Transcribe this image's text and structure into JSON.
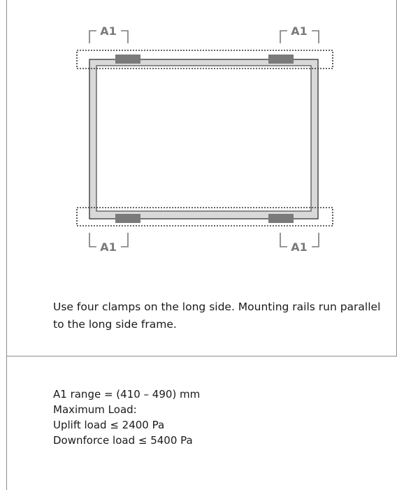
{
  "diagram": {
    "labels": {
      "top_left": "A1",
      "top_right": "A1",
      "bottom_left": "A1",
      "bottom_right": "A1"
    }
  },
  "caption": "Use four clamps on the long side. Mounting rails run parallel to the long side frame.",
  "specs": {
    "range": "A1 range = (410 – 490) mm",
    "max_load_heading": "Maximum Load:",
    "uplift": "Uplift load ≤ 2400 Pa",
    "downforce": "Downforce load ≤ 5400 Pa"
  },
  "colors": {
    "frame_fill": "#d9d9d9",
    "frame_stroke": "#4a4a4a",
    "clamp": "#7a7a7a",
    "dimension_line": "#7a7a7a",
    "rail_dotted": "#333333"
  }
}
